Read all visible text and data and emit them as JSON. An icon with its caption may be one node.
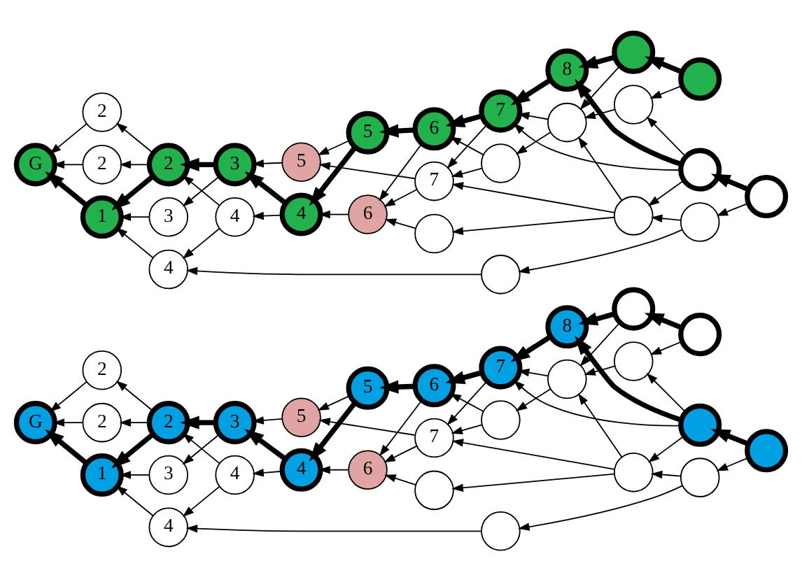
{
  "diagram": {
    "nodes": [
      {
        "text": [
          "G"
        ]
      },
      {
        "text": [
          "1"
        ]
      },
      {
        "text": [
          "2"
        ]
      },
      {
        "text": [
          "2"
        ]
      },
      {
        "text": [
          "4"
        ]
      },
      {
        "text": [
          "4"
        ]
      },
      {
        "text": [
          "2"
        ]
      },
      {
        "text": [
          "3"
        ]
      },
      {
        "text": [
          "3"
        ]
      },
      {
        "text": [
          "4"
        ]
      },
      {
        "text": [
          "6"
        ]
      },
      {
        "text": [
          "5"
        ]
      },
      {
        "text": [
          "5"
        ]
      },
      {
        "text": [
          "7"
        ]
      },
      {
        "text": [
          "6"
        ]
      },
      {
        "text": [
          "7"
        ]
      },
      {
        "text": [],
        "shape": "circle"
      },
      {
        "text": [],
        "shape": "circle"
      },
      {
        "text": [],
        "shape": "circle"
      },
      {
        "text": [],
        "shape": "circle"
      },
      {
        "text": [],
        "shape": "circle"
      },
      {
        "text": [],
        "shape": "circle"
      },
      {
        "text": [
          "8"
        ]
      },
      {
        "text": [],
        "shape": "circle"
      },
      {
        "text": [],
        "shape": "circle"
      },
      {
        "text": [],
        "shape": "circle"
      },
      {
        "text": [],
        "shape": "circle"
      },
      {
        "text": [],
        "shape": "circle"
      },
      {
        "text": [
          "G"
        ]
      },
      {
        "text": [
          "1"
        ]
      },
      {
        "text": [
          "2"
        ]
      },
      {
        "text": [
          "2"
        ]
      },
      {
        "text": [
          "4"
        ]
      },
      {
        "text": [
          "4"
        ]
      },
      {
        "text": [
          "2"
        ]
      },
      {
        "text": [
          "3"
        ]
      },
      {
        "text": [
          "3"
        ]
      },
      {
        "text": [
          "4"
        ]
      },
      {
        "text": [
          "6"
        ]
      },
      {
        "text": [
          "5"
        ]
      },
      {
        "text": [
          "5"
        ]
      },
      {
        "text": [
          "7"
        ]
      },
      {
        "text": [
          "6"
        ]
      },
      {
        "text": [
          "7"
        ]
      },
      {
        "text": [],
        "shape": "circle"
      },
      {
        "text": [],
        "shape": "circle"
      },
      {
        "text": [],
        "shape": "circle"
      },
      {
        "text": [],
        "shape": "circle"
      },
      {
        "text": [],
        "shape": "circle"
      },
      {
        "text": [],
        "shape": "circle"
      },
      {
        "text": [
          "8"
        ]
      },
      {
        "text": [],
        "shape": "circle"
      },
      {
        "text": [],
        "shape": "circle"
      },
      {
        "text": [],
        "shape": "circle"
      },
      {
        "text": [],
        "shape": "circle"
      },
      {
        "text": [],
        "shape": "circle"
      }
    ],
    "edges": [
      {
        "from": 3,
        "to": 0,
        "arrow": "to"
      },
      {
        "from": 6,
        "to": 0,
        "arrow": "to"
      },
      {
        "from": 1,
        "to": 0,
        "arrow": "to",
        "style": "thick"
      },
      {
        "from": 4,
        "to": 1,
        "arrow": "to"
      },
      {
        "from": 2,
        "to": 1,
        "arrow": "to",
        "style": "thick"
      },
      {
        "from": 2,
        "to": 3,
        "arrow": "to"
      },
      {
        "from": 2,
        "to": 6,
        "arrow": "to"
      },
      {
        "from": 7,
        "to": 1,
        "arrow": "to"
      },
      {
        "from": 5,
        "to": 4,
        "arrow": "to"
      },
      {
        "from": 5,
        "to": 2,
        "arrow": "to"
      },
      {
        "from": 8,
        "to": 2,
        "arrow": "to",
        "style": "thick"
      },
      {
        "from": 8,
        "to": 7,
        "arrow": "to"
      },
      {
        "from": 9,
        "to": 8,
        "arrow": "to",
        "style": "thick"
      },
      {
        "from": 9,
        "to": 5,
        "arrow": "to"
      },
      {
        "from": 10,
        "to": 9,
        "arrow": "to"
      },
      {
        "from": 11,
        "to": 9,
        "arrow": "to",
        "style": "thick"
      },
      {
        "from": 11,
        "to": 12,
        "arrow": "to"
      },
      {
        "from": 12,
        "to": 8,
        "arrow": "to"
      },
      {
        "from": 13,
        "to": 10,
        "arrow": "to"
      },
      {
        "from": 13,
        "to": 12,
        "arrow": "to"
      },
      {
        "from": 14,
        "to": 11,
        "arrow": "to",
        "style": "thick"
      },
      {
        "from": 14,
        "to": 10,
        "arrow": "to"
      },
      {
        "from": 17,
        "to": 4,
        "arrow": "to"
      },
      {
        "from": 16,
        "to": 10,
        "arrow": "to"
      },
      {
        "from": 18,
        "to": 16,
        "arrow": "to"
      },
      {
        "from": 18,
        "to": 13,
        "arrow": "to"
      },
      {
        "from": 19,
        "to": 18,
        "arrow": "to"
      },
      {
        "from": 19,
        "to": 17,
        "arrow": "to"
      },
      {
        "from": 20,
        "to": 19,
        "arrow": "to"
      },
      {
        "from": 20,
        "to": 21,
        "arrow": "to",
        "style": "thick"
      },
      {
        "from": 21,
        "to": 15,
        "arrow": "to"
      },
      {
        "from": 21,
        "to": 22,
        "arrow": "to",
        "style": "thick"
      },
      {
        "from": 21,
        "to": 27,
        "arrow": "to"
      },
      {
        "from": 21,
        "to": 18,
        "arrow": "to"
      },
      {
        "from": 22,
        "to": 15,
        "arrow": "to",
        "style": "thick"
      },
      {
        "from": 23,
        "to": 22,
        "arrow": "to",
        "style": "thick"
      },
      {
        "from": 23,
        "to": 26,
        "arrow": "to"
      },
      {
        "from": 24,
        "to": 23,
        "arrow": "to",
        "style": "thick"
      },
      {
        "from": 24,
        "to": 27,
        "arrow": "to"
      },
      {
        "from": 15,
        "to": 14,
        "arrow": "to",
        "style": "thick"
      },
      {
        "from": 15,
        "to": 13,
        "arrow": "to"
      },
      {
        "from": 25,
        "to": 14,
        "arrow": "to"
      },
      {
        "from": 25,
        "to": 13,
        "arrow": "to"
      },
      {
        "from": 26,
        "to": 25,
        "arrow": "to"
      },
      {
        "from": 26,
        "to": 15,
        "arrow": "to"
      },
      {
        "from": 27,
        "to": 26,
        "arrow": "to"
      },
      {
        "from": 18,
        "to": 26,
        "arrow": "to"
      },
      {
        "from": 31,
        "to": 28,
        "arrow": "to"
      },
      {
        "from": 34,
        "to": 28,
        "arrow": "to"
      },
      {
        "from": 29,
        "to": 28,
        "arrow": "to",
        "style": "thick"
      },
      {
        "from": 32,
        "to": 29,
        "arrow": "to"
      },
      {
        "from": 30,
        "to": 29,
        "arrow": "to",
        "style": "thick"
      },
      {
        "from": 30,
        "to": 31,
        "arrow": "to"
      },
      {
        "from": 30,
        "to": 34,
        "arrow": "to"
      },
      {
        "from": 35,
        "to": 29,
        "arrow": "to"
      },
      {
        "from": 33,
        "to": 32,
        "arrow": "to"
      },
      {
        "from": 33,
        "to": 30,
        "arrow": "to"
      },
      {
        "from": 36,
        "to": 30,
        "arrow": "to",
        "style": "thick"
      },
      {
        "from": 36,
        "to": 35,
        "arrow": "to"
      },
      {
        "from": 37,
        "to": 36,
        "arrow": "to",
        "style": "thick"
      },
      {
        "from": 37,
        "to": 33,
        "arrow": "to"
      },
      {
        "from": 38,
        "to": 37,
        "arrow": "to"
      },
      {
        "from": 39,
        "to": 37,
        "arrow": "to",
        "style": "thick"
      },
      {
        "from": 39,
        "to": 40,
        "arrow": "to"
      },
      {
        "from": 40,
        "to": 36,
        "arrow": "to"
      },
      {
        "from": 41,
        "to": 38,
        "arrow": "to"
      },
      {
        "from": 41,
        "to": 40,
        "arrow": "to"
      },
      {
        "from": 42,
        "to": 39,
        "arrow": "to",
        "style": "thick"
      },
      {
        "from": 42,
        "to": 38,
        "arrow": "to"
      },
      {
        "from": 45,
        "to": 32,
        "arrow": "to"
      },
      {
        "from": 44,
        "to": 38,
        "arrow": "to"
      },
      {
        "from": 46,
        "to": 44,
        "arrow": "to"
      },
      {
        "from": 46,
        "to": 41,
        "arrow": "to"
      },
      {
        "from": 47,
        "to": 46,
        "arrow": "to"
      },
      {
        "from": 47,
        "to": 45,
        "arrow": "to"
      },
      {
        "from": 48,
        "to": 47,
        "arrow": "to"
      },
      {
        "from": 48,
        "to": 49,
        "arrow": "to",
        "style": "thick"
      },
      {
        "from": 49,
        "to": 43,
        "arrow": "to"
      },
      {
        "from": 49,
        "to": 50,
        "arrow": "to",
        "style": "thick"
      },
      {
        "from": 49,
        "to": 55,
        "arrow": "to"
      },
      {
        "from": 49,
        "to": 46,
        "arrow": "to"
      },
      {
        "from": 50,
        "to": 43,
        "arrow": "to",
        "style": "thick"
      },
      {
        "from": 51,
        "to": 50,
        "arrow": "to",
        "style": "thick"
      },
      {
        "from": 51,
        "to": 54,
        "arrow": "to"
      },
      {
        "from": 52,
        "to": 51,
        "arrow": "to",
        "style": "thick"
      },
      {
        "from": 52,
        "to": 55,
        "arrow": "to"
      },
      {
        "from": 43,
        "to": 42,
        "arrow": "to",
        "style": "thick"
      },
      {
        "from": 43,
        "to": 41,
        "arrow": "to"
      },
      {
        "from": 53,
        "to": 42,
        "arrow": "to"
      },
      {
        "from": 53,
        "to": 41,
        "arrow": "to"
      },
      {
        "from": 54,
        "to": 53,
        "arrow": "to"
      },
      {
        "from": 54,
        "to": 43,
        "arrow": "to"
      },
      {
        "from": 55,
        "to": 54,
        "arrow": "to"
      },
      {
        "from": 46,
        "to": 54,
        "arrow": "to"
      }
    ]
  }
}
